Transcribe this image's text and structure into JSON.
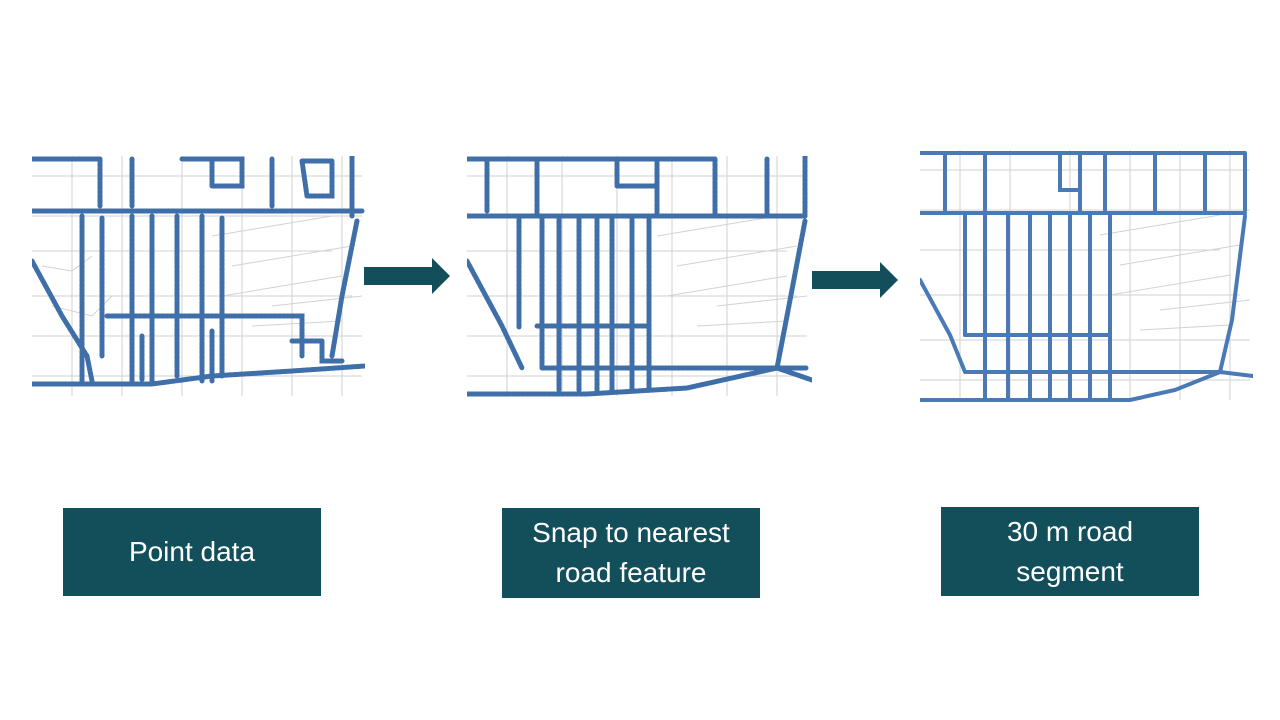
{
  "steps": [
    {
      "label_lines": [
        "Point data"
      ]
    },
    {
      "label_lines": [
        "Snap to nearest",
        "road feature"
      ]
    },
    {
      "label_lines": [
        "30 m road",
        "segment"
      ]
    }
  ],
  "colors": {
    "road_blue": "#3f6fa8",
    "base_map_line": "#cfcfcf",
    "arrow": "#124f5a",
    "label_bg": "#124f5a",
    "label_text": "#ffffff"
  },
  "icons": {
    "arrow_1": "right-arrow-icon",
    "arrow_2": "right-arrow-icon"
  }
}
